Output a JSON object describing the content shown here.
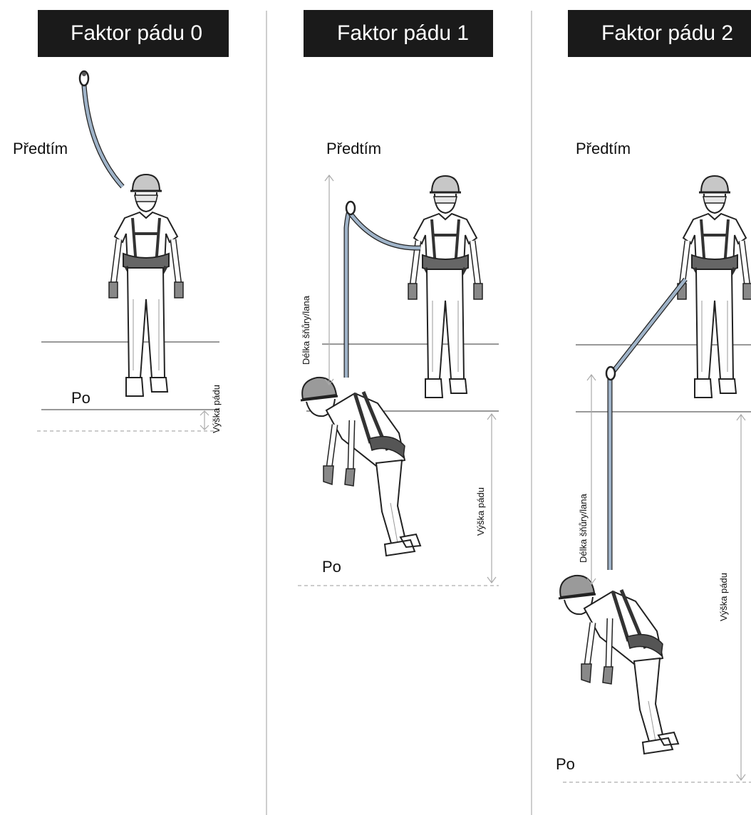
{
  "panels": [
    {
      "title": "Faktor pádu 0",
      "before_label": "Předtím",
      "after_label": "Po",
      "fall_height_label": "Výška pádu"
    },
    {
      "title": "Faktor pádu 1",
      "before_label": "Předtím",
      "after_label": "Po",
      "lanyard_length_label": "Délka šňůry/lana",
      "fall_height_label": "Výška pádu"
    },
    {
      "title": "Faktor pádu 2",
      "before_label": "Předtím",
      "after_label": "Po",
      "lanyard_length_label": "Délka šňůry/lana",
      "fall_height_label": "Výška pádu"
    }
  ],
  "colors": {
    "title_bg": "#1a1a1a",
    "title_text": "#ffffff",
    "lanyard": "#9fb3c8",
    "divider": "#bdbdbd",
    "figure_stroke": "#222222"
  }
}
